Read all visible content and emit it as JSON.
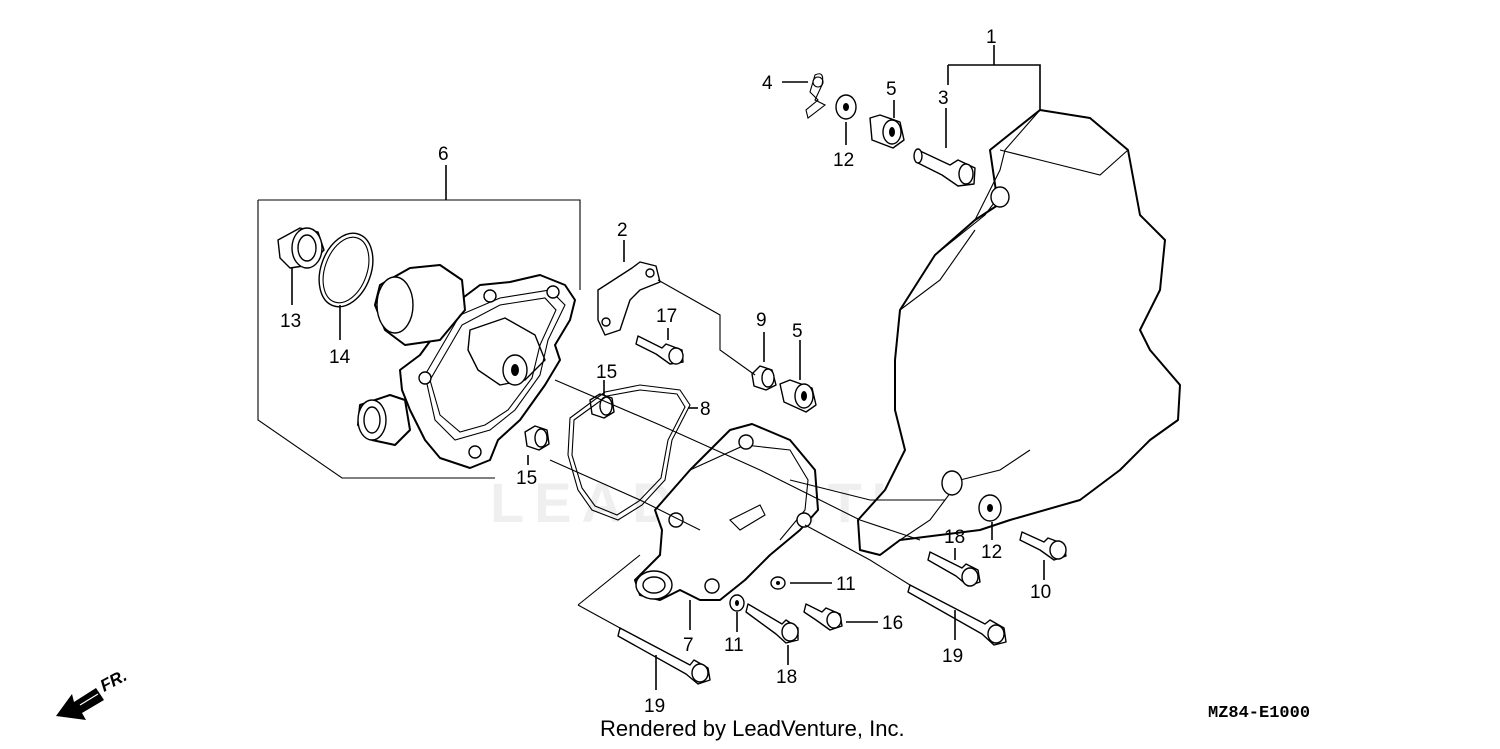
{
  "diagram": {
    "code": "MZ84-E1000",
    "footer": "Rendered by LeadVenture, Inc.",
    "watermark": "LEADVENTURE",
    "direction_label": "FR.",
    "callouts": [
      {
        "id": "c1",
        "text": "1"
      },
      {
        "id": "c2",
        "text": "2"
      },
      {
        "id": "c3",
        "text": "3"
      },
      {
        "id": "c4",
        "text": "4"
      },
      {
        "id": "c5a",
        "text": "5"
      },
      {
        "id": "c5b",
        "text": "5"
      },
      {
        "id": "c6",
        "text": "6"
      },
      {
        "id": "c7",
        "text": "7"
      },
      {
        "id": "c8",
        "text": "8"
      },
      {
        "id": "c9",
        "text": "9"
      },
      {
        "id": "c10",
        "text": "10"
      },
      {
        "id": "c11a",
        "text": "11"
      },
      {
        "id": "c11b",
        "text": "11"
      },
      {
        "id": "c12a",
        "text": "12"
      },
      {
        "id": "c12b",
        "text": "12"
      },
      {
        "id": "c13",
        "text": "13"
      },
      {
        "id": "c14",
        "text": "14"
      },
      {
        "id": "c15a",
        "text": "15"
      },
      {
        "id": "c15b",
        "text": "15"
      },
      {
        "id": "c16",
        "text": "16"
      },
      {
        "id": "c17",
        "text": "17"
      },
      {
        "id": "c18a",
        "text": "18"
      },
      {
        "id": "c18b",
        "text": "18"
      },
      {
        "id": "c19a",
        "text": "19"
      },
      {
        "id": "c19b",
        "text": "19"
      }
    ]
  }
}
